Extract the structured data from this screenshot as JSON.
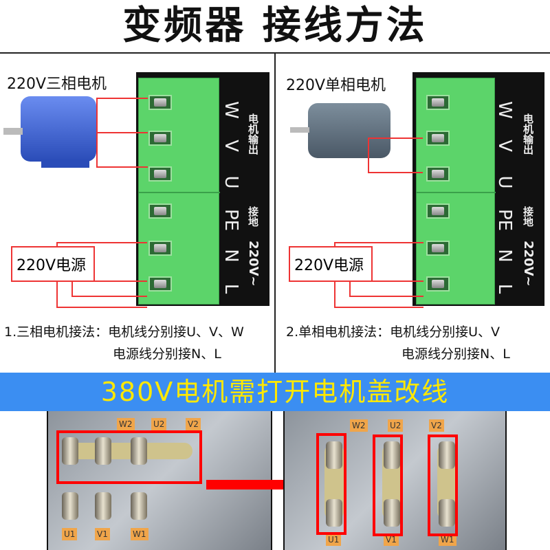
{
  "title": "变频器 接线方法",
  "left": {
    "motor_label": "220V三相电机",
    "source_label": "220V电源",
    "note_line1": "1.三相电机接法：电机线分别接U、V、W",
    "note_line2": "电源线分别接N、L"
  },
  "right": {
    "motor_label": "220V单相电机",
    "source_label": "220V电源",
    "note_line1": "2.单相电机接法：电机线分别接U、V",
    "note_line2": "电源线分别接N、L"
  },
  "terminals": [
    "W",
    "V",
    "U",
    "PE",
    "N",
    "L"
  ],
  "side_labels": {
    "output": "电机输出",
    "ground": "接地",
    "voltage": "220V~"
  },
  "banner": "380V电机需打开电机盖改线",
  "photo_tags": {
    "top": [
      "W2",
      "U2",
      "V2"
    ],
    "bottom": [
      "U1",
      "V1",
      "W1"
    ]
  },
  "colors": {
    "banner": "#3b8ef2",
    "banner_text": "#ffe800",
    "highlight": "#ff0000",
    "terminal": "#5cd46a"
  }
}
